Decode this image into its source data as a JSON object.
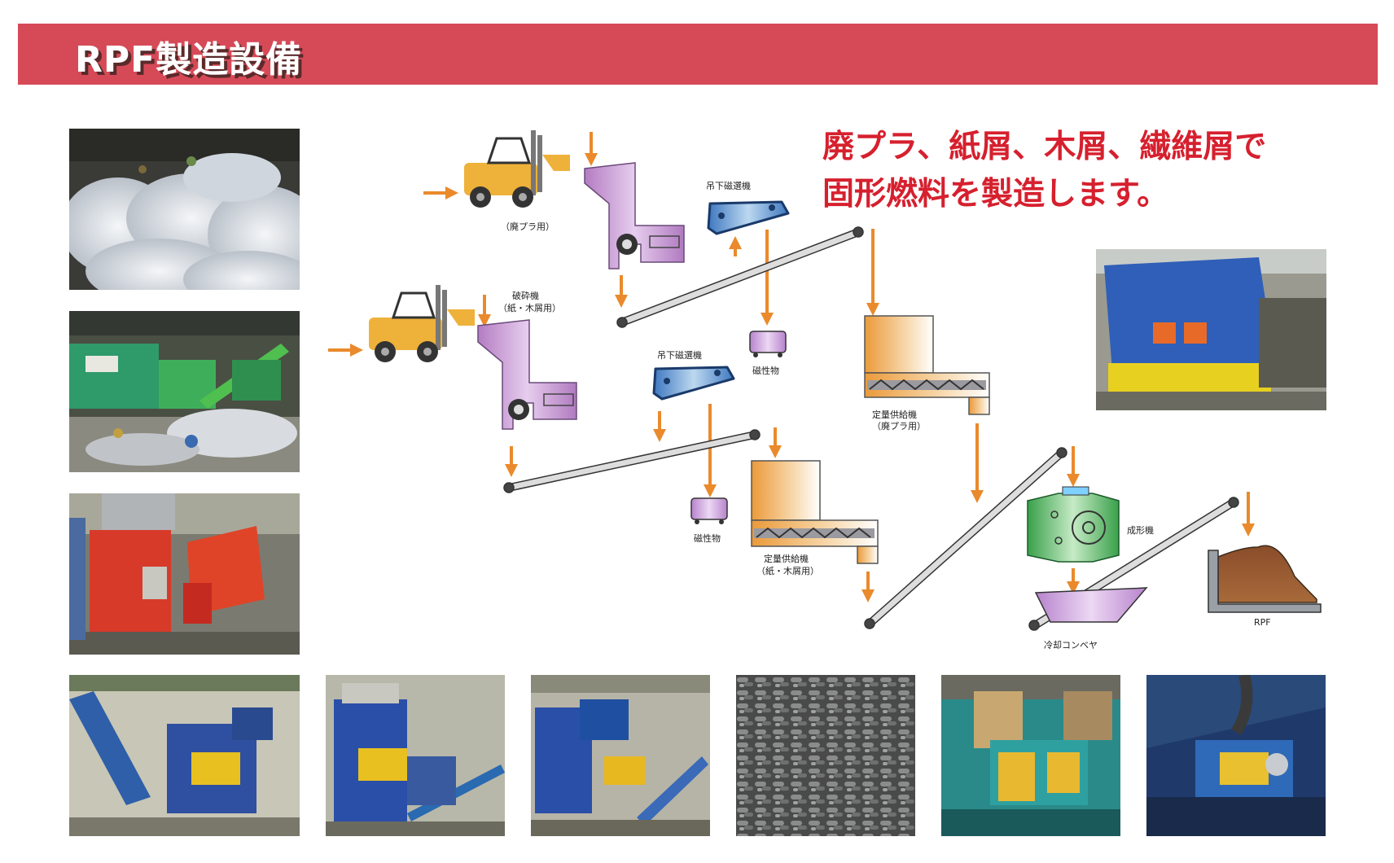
{
  "banner": {
    "title": "RPF製造設備"
  },
  "headline": {
    "line1": "廃プラ、紙屑、木屑、繊維屑で",
    "line2": "固形燃料を製造します。"
  },
  "diagram": {
    "labels": {
      "forklift_plastic": "（廃プラ用）",
      "magnet_top": "吊下磁選機",
      "crusher_line1": "破砕機",
      "crusher_line2": "（紙・木屑用）",
      "magnet_bottom": "吊下磁選機",
      "magnetic_top": "磁性物",
      "magnetic_bottom": "磁性物",
      "feeder_plastic_line1": "定量供給機",
      "feeder_plastic_line2": "（廃プラ用）",
      "feeder_paper_line1": "定量供給機",
      "feeder_paper_line2": "（紙・木屑用）",
      "molding": "成形機",
      "cooling": "冷却コンベヤ",
      "rpf": "RPF"
    }
  },
  "colors": {
    "banner": "#d64a58",
    "headline": "#d6202e",
    "arrow": "#ea8a2c",
    "crusher": "#b883c4",
    "magnet": "#4d86c6",
    "feeder": "#eb9a3a",
    "molding": "#3fa750",
    "product": "#8a4d2a"
  },
  "photos": {
    "left": [
      "plastic-waste-photo",
      "sorting-line-photo",
      "crusher-plant-photo"
    ],
    "right": [
      "hopper-photo"
    ],
    "bottom": [
      "conveyor-plant-photo",
      "blue-machine-photo",
      "feeder-photo",
      "rpf-pellets-photo",
      "molding-machine-photo",
      "extruder-photo"
    ]
  }
}
